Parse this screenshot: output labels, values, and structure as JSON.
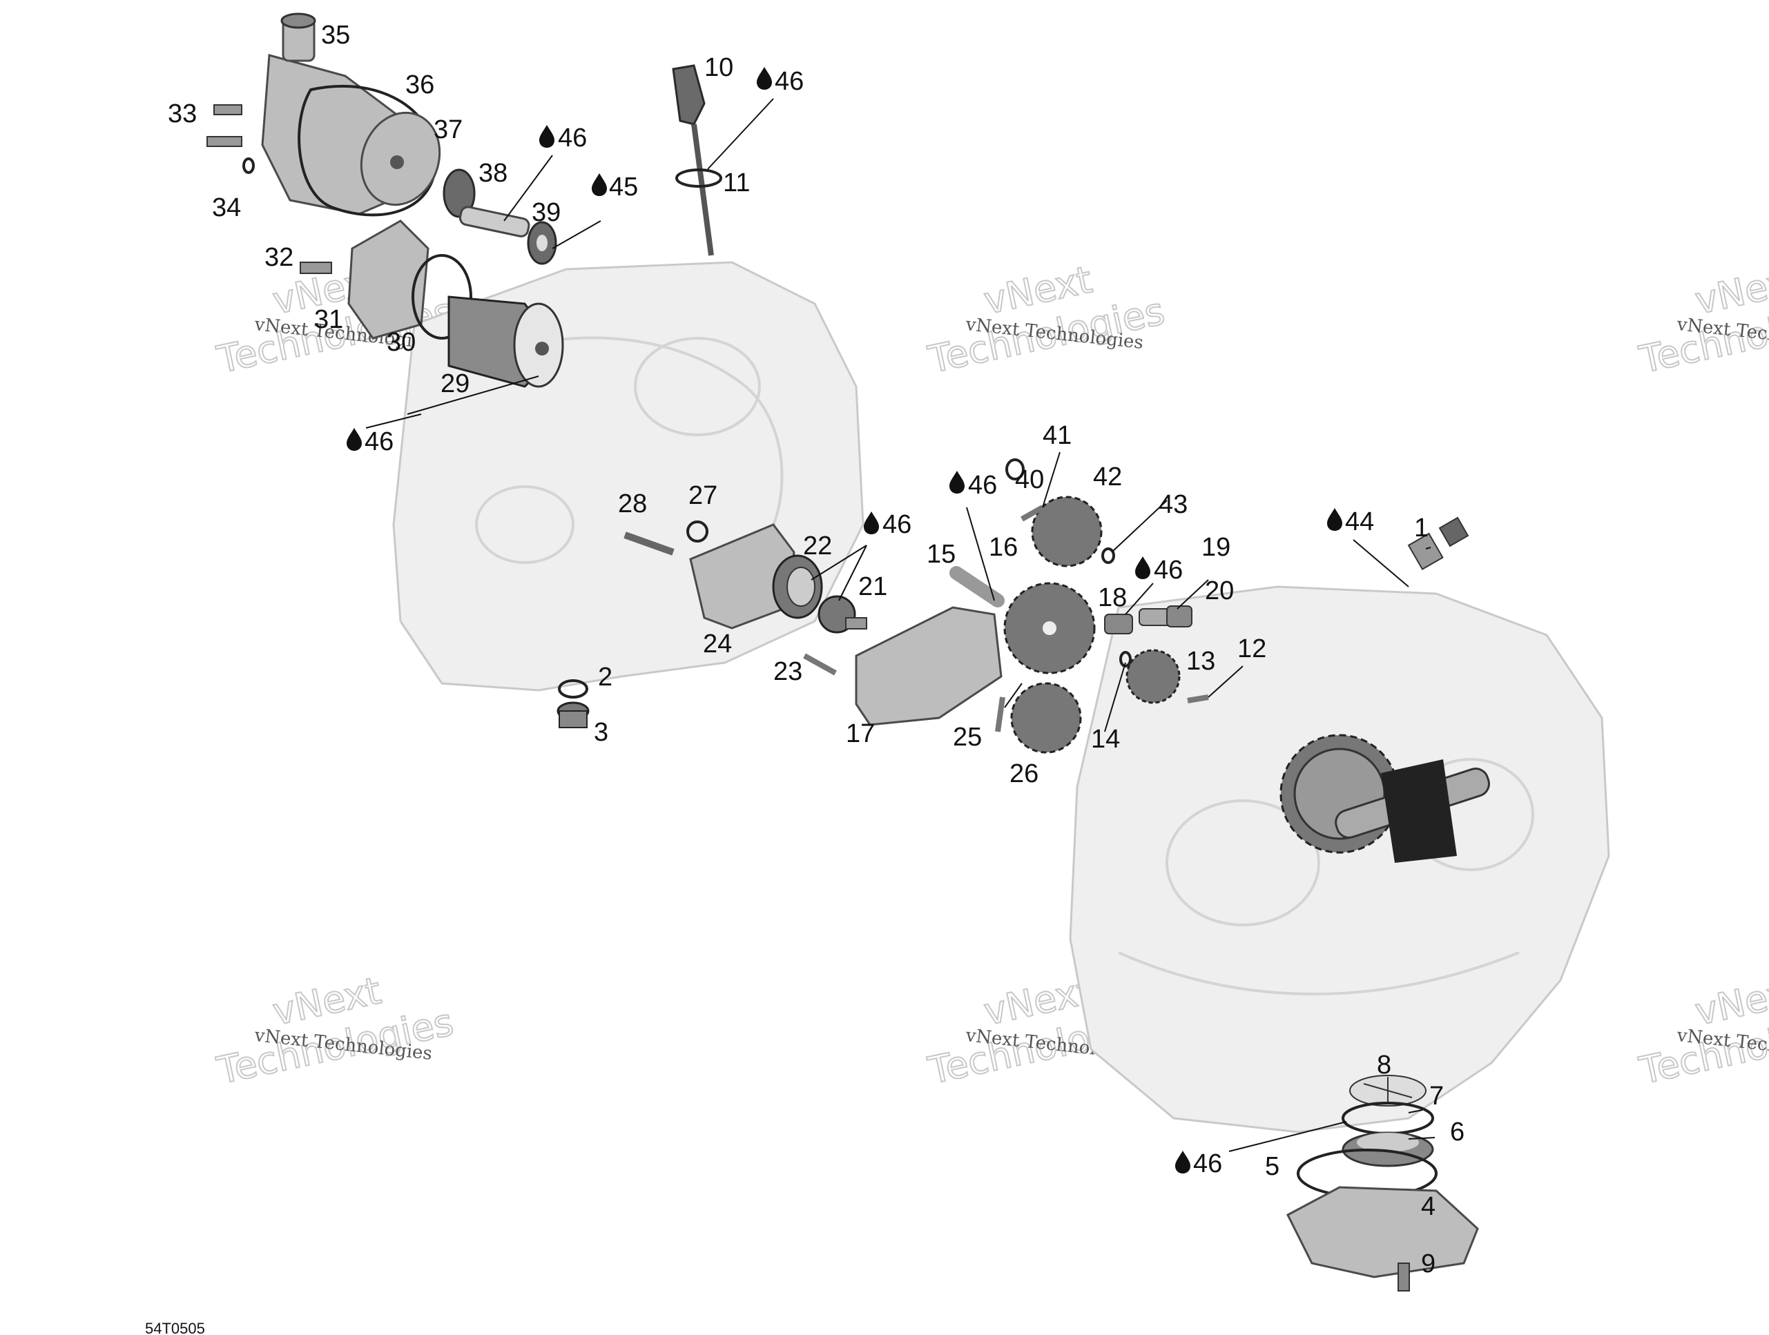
{
  "callouts": [
    {
      "id": "c1",
      "label": "1"
    },
    {
      "id": "c2",
      "label": "2"
    },
    {
      "id": "c3",
      "label": "3"
    },
    {
      "id": "c4",
      "label": "4"
    },
    {
      "id": "c5",
      "label": "5"
    },
    {
      "id": "c6",
      "label": "6"
    },
    {
      "id": "c7",
      "label": "7"
    },
    {
      "id": "c8",
      "label": "8"
    },
    {
      "id": "c9",
      "label": "9"
    },
    {
      "id": "c10",
      "label": "10"
    },
    {
      "id": "c11",
      "label": "11"
    },
    {
      "id": "c12",
      "label": "12"
    },
    {
      "id": "c13",
      "label": "13"
    },
    {
      "id": "c14",
      "label": "14"
    },
    {
      "id": "c15",
      "label": "15"
    },
    {
      "id": "c16",
      "label": "16"
    },
    {
      "id": "c17",
      "label": "17"
    },
    {
      "id": "c18",
      "label": "18"
    },
    {
      "id": "c19",
      "label": "19"
    },
    {
      "id": "c20",
      "label": "20"
    },
    {
      "id": "c21",
      "label": "21"
    },
    {
      "id": "c22",
      "label": "22"
    },
    {
      "id": "c23",
      "label": "23"
    },
    {
      "id": "c24",
      "label": "24"
    },
    {
      "id": "c25",
      "label": "25"
    },
    {
      "id": "c26",
      "label": "26"
    },
    {
      "id": "c27",
      "label": "27"
    },
    {
      "id": "c28",
      "label": "28"
    },
    {
      "id": "c29",
      "label": "29"
    },
    {
      "id": "c30",
      "label": "30"
    },
    {
      "id": "c31",
      "label": "31"
    },
    {
      "id": "c32",
      "label": "32"
    },
    {
      "id": "c33",
      "label": "33"
    },
    {
      "id": "c34",
      "label": "34"
    },
    {
      "id": "c35",
      "label": "35"
    },
    {
      "id": "c36",
      "label": "36"
    },
    {
      "id": "c37",
      "label": "37"
    },
    {
      "id": "c38",
      "label": "38"
    },
    {
      "id": "c39",
      "label": "39"
    },
    {
      "id": "c40",
      "label": "40"
    },
    {
      "id": "c41",
      "label": "41"
    },
    {
      "id": "c42",
      "label": "42"
    },
    {
      "id": "c43",
      "label": "43"
    }
  ],
  "lube_callouts": [
    {
      "id": "l46a",
      "label": "46"
    },
    {
      "id": "l46b",
      "label": "46"
    },
    {
      "id": "l45",
      "label": "45"
    },
    {
      "id": "l46c",
      "label": "46"
    },
    {
      "id": "l46d",
      "label": "46"
    },
    {
      "id": "l46e",
      "label": "46"
    },
    {
      "id": "l46f",
      "label": "46"
    },
    {
      "id": "l44",
      "label": "44"
    },
    {
      "id": "l46g",
      "label": "46"
    }
  ],
  "lube_icon": "oil-drop-icon",
  "watermark": {
    "line1": "vNext",
    "line2": "Technologies",
    "small": "vNext Technologies"
  },
  "figure_code": "54T0505"
}
